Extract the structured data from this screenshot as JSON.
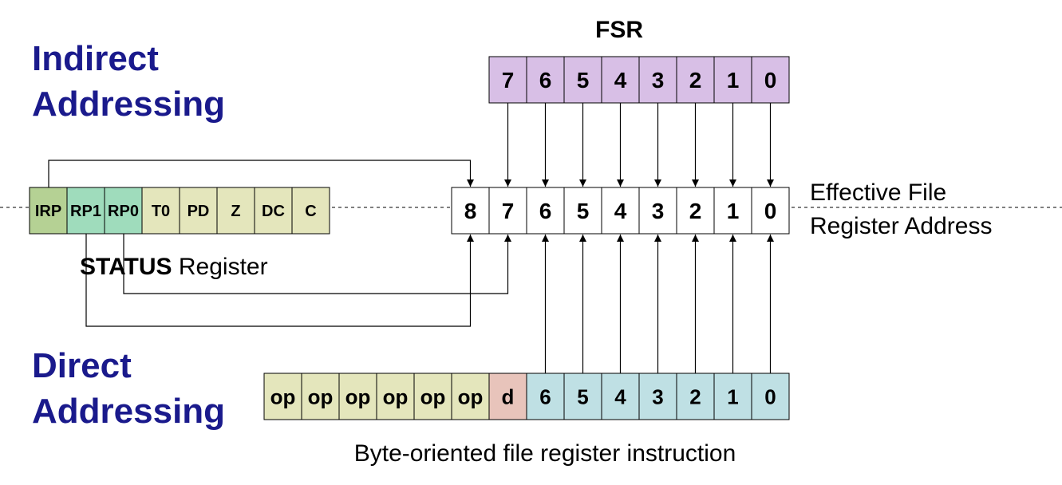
{
  "titles": {
    "indirect_line1": "Indirect",
    "indirect_line2": "Addressing",
    "direct_line1": "Direct",
    "direct_line2": "Addressing"
  },
  "fsr": {
    "label": "FSR",
    "bits": [
      "7",
      "6",
      "5",
      "4",
      "3",
      "2",
      "1",
      "0"
    ]
  },
  "status": {
    "label_bold": "STATUS",
    "label_rest": " Register",
    "bits": [
      "IRP",
      "RP1",
      "RP0",
      "T0",
      "PD",
      "Z",
      "DC",
      "C"
    ]
  },
  "effective": {
    "label_line1": "Effective File",
    "label_line2": "Register Address",
    "bits": [
      "8",
      "7",
      "6",
      "5",
      "4",
      "3",
      "2",
      "1",
      "0"
    ]
  },
  "instruction": {
    "label": "Byte-oriented file register instruction",
    "bits": [
      "op",
      "op",
      "op",
      "op",
      "op",
      "op",
      "d",
      "6",
      "5",
      "4",
      "3",
      "2",
      "1",
      "0"
    ]
  },
  "colors": {
    "fsr_fill": "#d8bfe6",
    "irp_fill": "#b5d194",
    "rp_fill": "#9fdcbc",
    "status_fill": "#e4e6bc",
    "op_fill": "#e4e6bc",
    "d_fill": "#e8c4bb",
    "addr_fill": "#bfe0e4",
    "effective_fill": "#ffffff",
    "title_blue": "#1a1a8c"
  }
}
